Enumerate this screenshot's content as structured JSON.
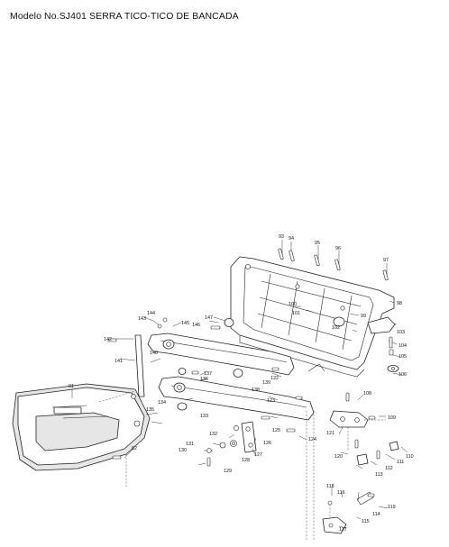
{
  "title": "Modelo No.SJ401 SERRA TICO-TICO DE BANCADA",
  "callouts": [
    "91",
    "92",
    "93",
    "94",
    "95",
    "96",
    "97",
    "98",
    "99",
    "100",
    "101",
    "102",
    "103",
    "104",
    "105",
    "106",
    "108",
    "109",
    "110",
    "111",
    "112",
    "113",
    "114",
    "115",
    "116",
    "117",
    "118",
    "119",
    "120",
    "121",
    "122",
    "123",
    "124",
    "125",
    "126",
    "127",
    "128",
    "129",
    "130",
    "131",
    "132",
    "133",
    "134",
    "135",
    "136",
    "137",
    "138",
    "139",
    "140",
    "141",
    "142",
    "143",
    "144",
    "145",
    "146",
    "147"
  ]
}
